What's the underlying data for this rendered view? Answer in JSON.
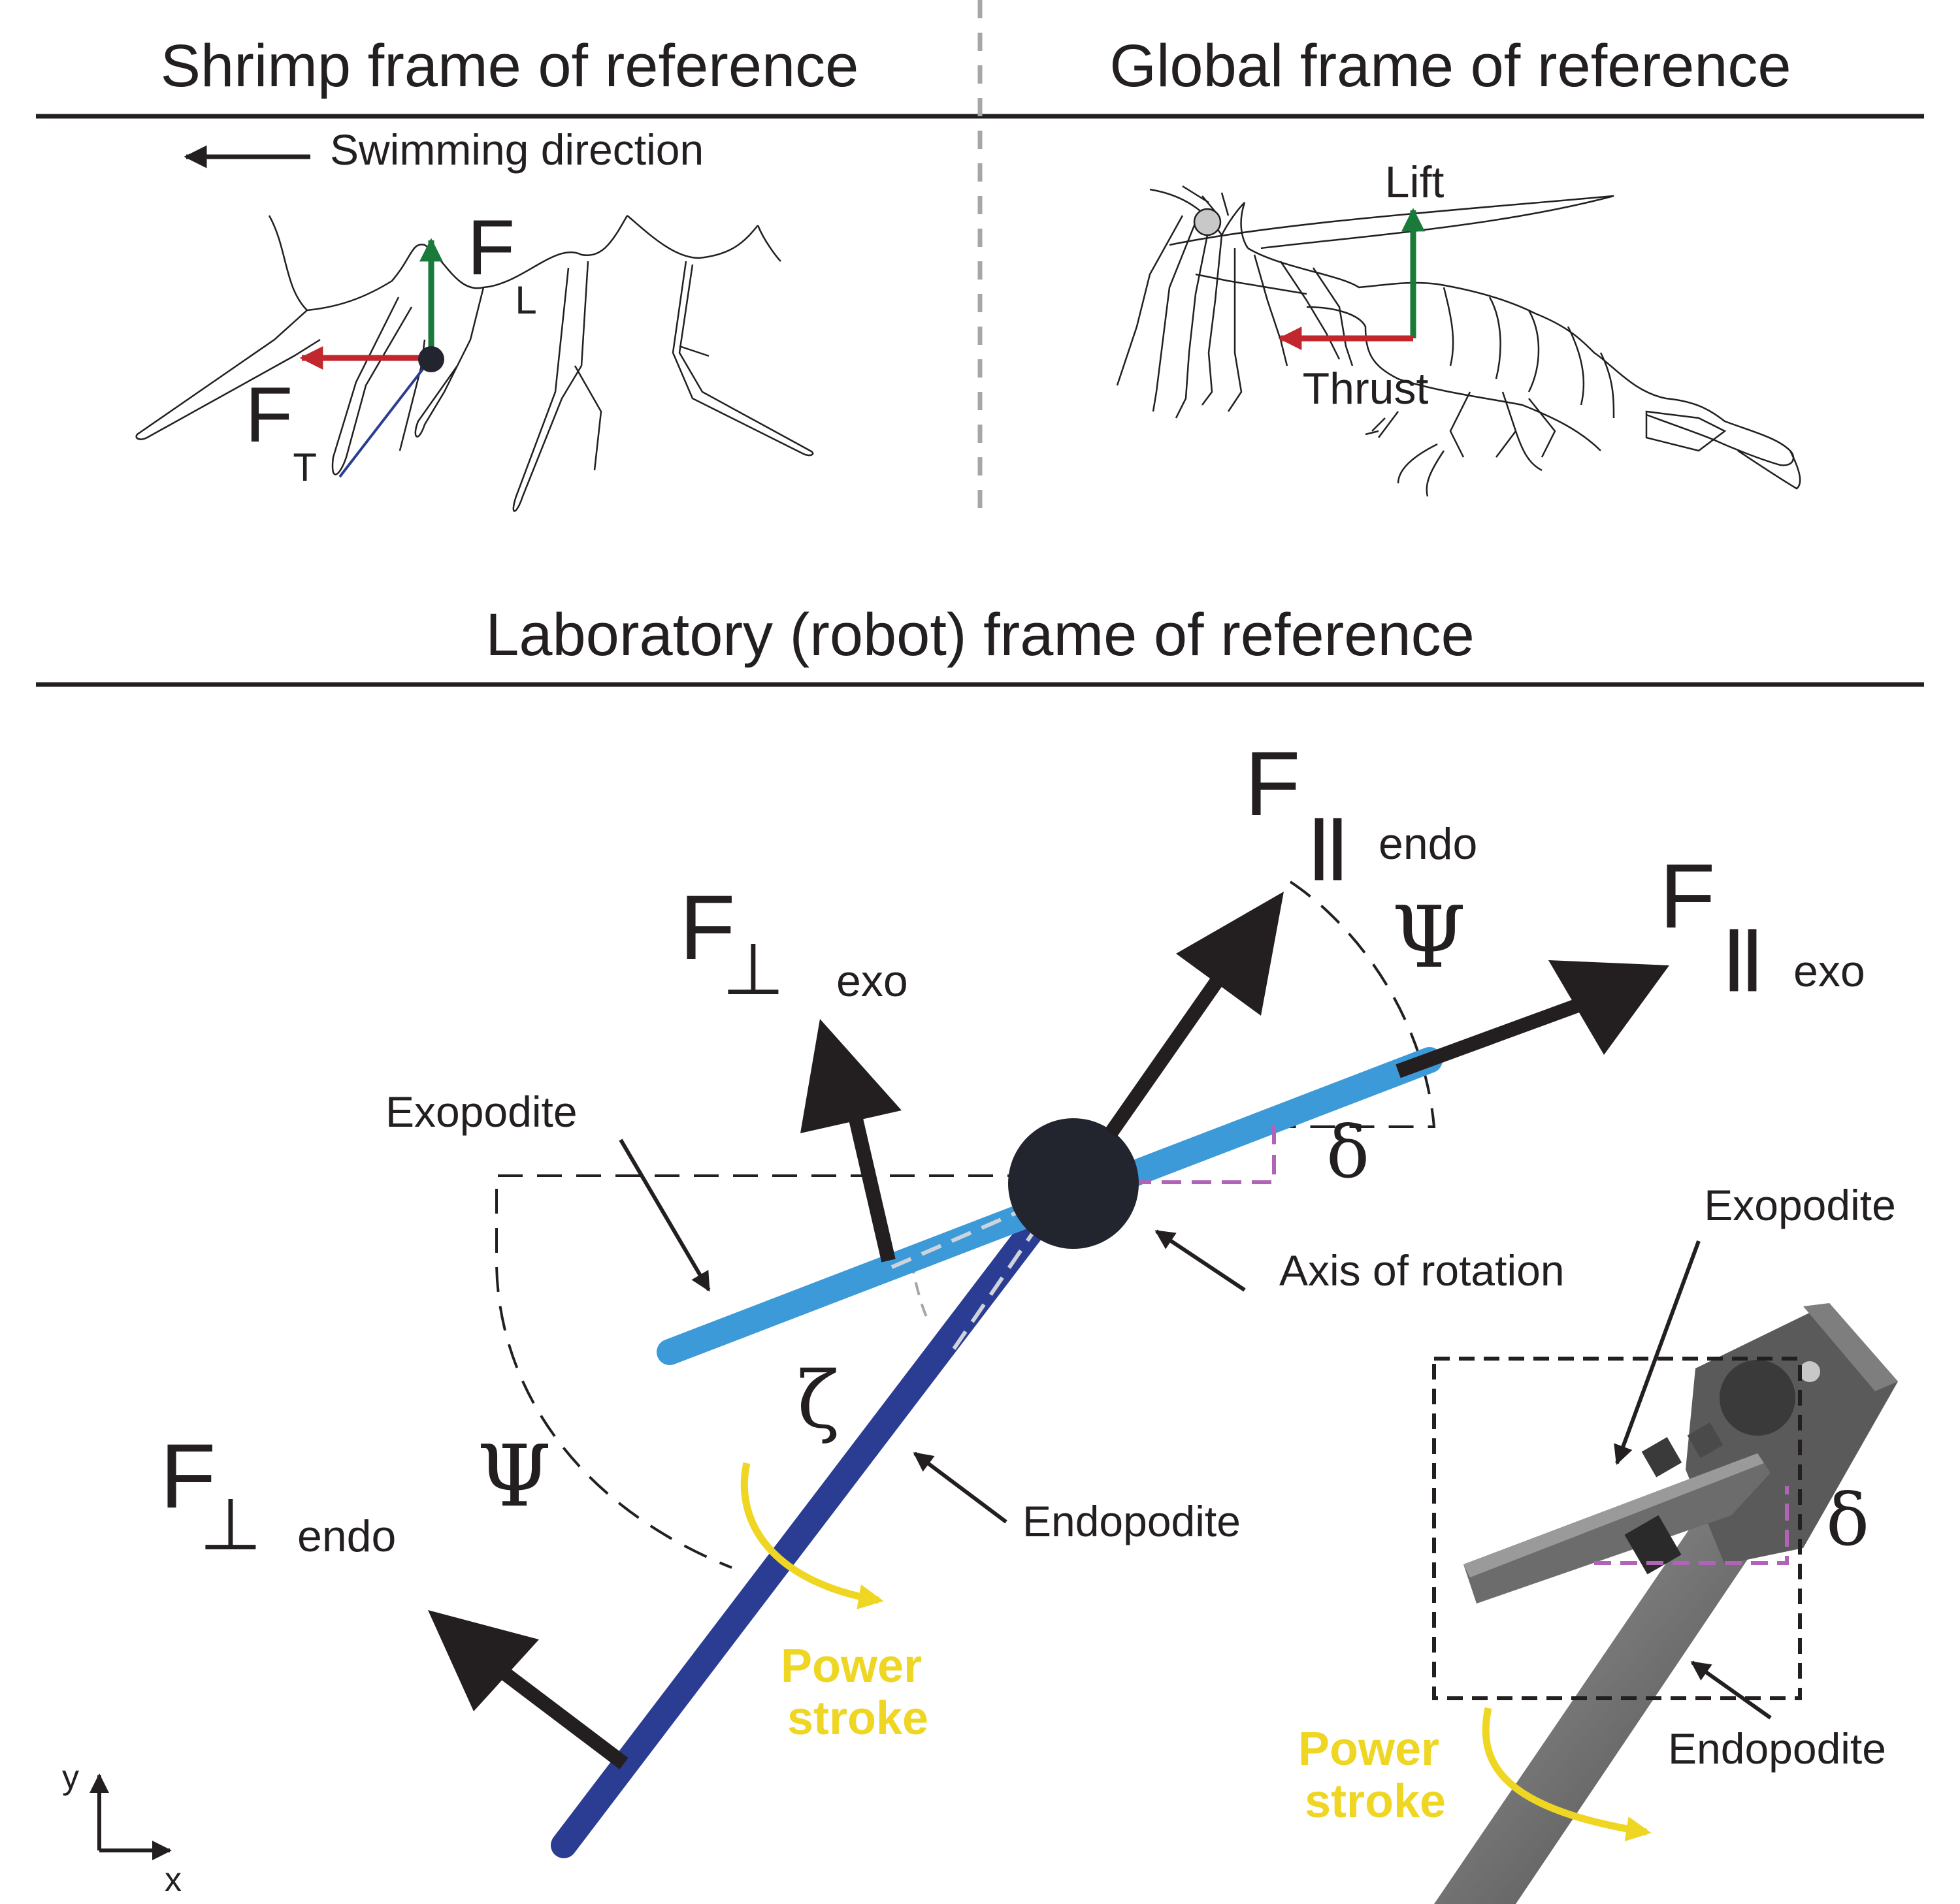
{
  "panels": {
    "shrimp": {
      "title": "Shrimp frame of reference",
      "swim_direction": "Swimming direction",
      "lift_symbol": "F",
      "lift_sub": "L",
      "thrust_symbol": "F",
      "thrust_sub": "T"
    },
    "global": {
      "title": "Global frame of reference",
      "lift": "Lift",
      "thrust": "Thrust"
    },
    "lab": {
      "title": "Laboratory (robot) frame of reference",
      "f_par_endo": {
        "sym": "F",
        "mark": "||",
        "sub": "endo"
      },
      "f_par_exo": {
        "sym": "F",
        "mark": "||",
        "sub": "exo"
      },
      "f_perp_exo": {
        "sym": "F",
        "mark": "⊥",
        "sub": "exo"
      },
      "f_perp_endo": {
        "sym": "F",
        "mark": "⊥",
        "sub": "endo"
      },
      "psi": "Ψ",
      "delta": "δ",
      "zeta": "ζ",
      "exopodite": "Exopodite",
      "endopodite": "Endopodite",
      "axis": "Axis of rotation",
      "power_line1": "Power",
      "power_line2": "stroke",
      "axis_y": "y",
      "axis_x": "x"
    },
    "robot": {
      "exopodite": "Exopodite",
      "endopodite": "Endopodite",
      "delta": "δ",
      "power_line1": "Power",
      "power_line2": "stroke"
    }
  },
  "colors": {
    "lift_green": "#1a7a3a",
    "thrust_red": "#c1272d",
    "exopodite_blue": "#3d9ad8",
    "endopodite_navy": "#2a3d93",
    "power_yellow": "#eed622",
    "delta_magenta": "#b064b8",
    "axis_dark": "#22252e",
    "robot_gray": "#6e6e6e"
  }
}
